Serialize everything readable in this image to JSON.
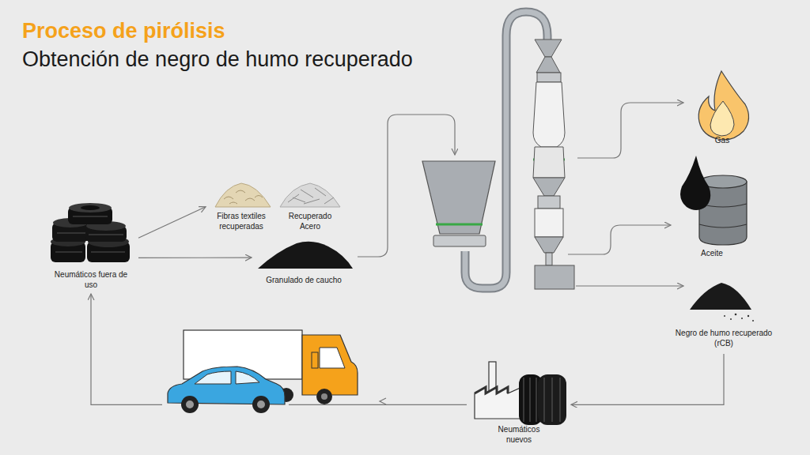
{
  "diagram": {
    "title": "Proceso de pirólisis",
    "nodes": [
      {
        "text": [
          "Neumáticos fuera de uso"
        ]
      },
      {
        "text": [
          "Fibras textiles recuperadas"
        ]
      },
      {
        "text": [
          "Recuperado Acero"
        ]
      },
      {
        "text": [
          "Granulado de caucho"
        ]
      },
      {
        "text": [
          "Gas"
        ]
      },
      {
        "text": [
          "Aceite"
        ]
      },
      {
        "text": [
          "Negro de humo recuperado (rCB)"
        ]
      },
      {
        "text": [
          "Neumáticos nuevos"
        ]
      }
    ],
    "edges": [
      {
        "from": 0,
        "to": 1,
        "arrow": "to"
      },
      {
        "from": 0,
        "to": 3,
        "arrow": "to"
      },
      {
        "from": 6,
        "to": 7,
        "arrow": "to"
      },
      {
        "from": 7,
        "to": 0,
        "arrow": "to"
      }
    ],
    "labels": [
      "Obtención de negro de humo recuperado"
    ]
  }
}
